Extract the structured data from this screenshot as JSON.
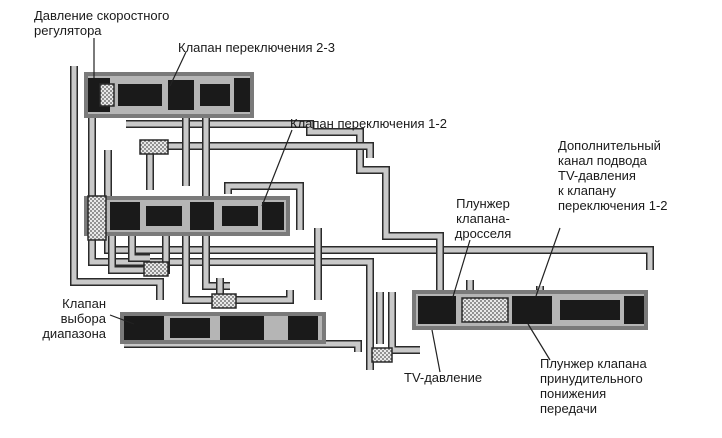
{
  "diagram": {
    "labels": {
      "governor_pressure": "Давление скоростного\nрегулятора",
      "shift_valve_2_3": "Клапан переключения 2-3",
      "shift_valve_1_2": "Клапан переключения 1-2",
      "extra_channel": "Дополнительный\nканал подвода\nTV-давления\nк клапану\nпереключения 1-2",
      "throttle_plunger": "Плунжер\nклапана-\nдросселя",
      "manual_valve": "Клапан\nвыбора\nдиапазона",
      "tv_pressure": "TV-давление",
      "kickdown_plunger": "Плунжер клапана\nпринудительного\nпонижения\nпередачи"
    }
  }
}
